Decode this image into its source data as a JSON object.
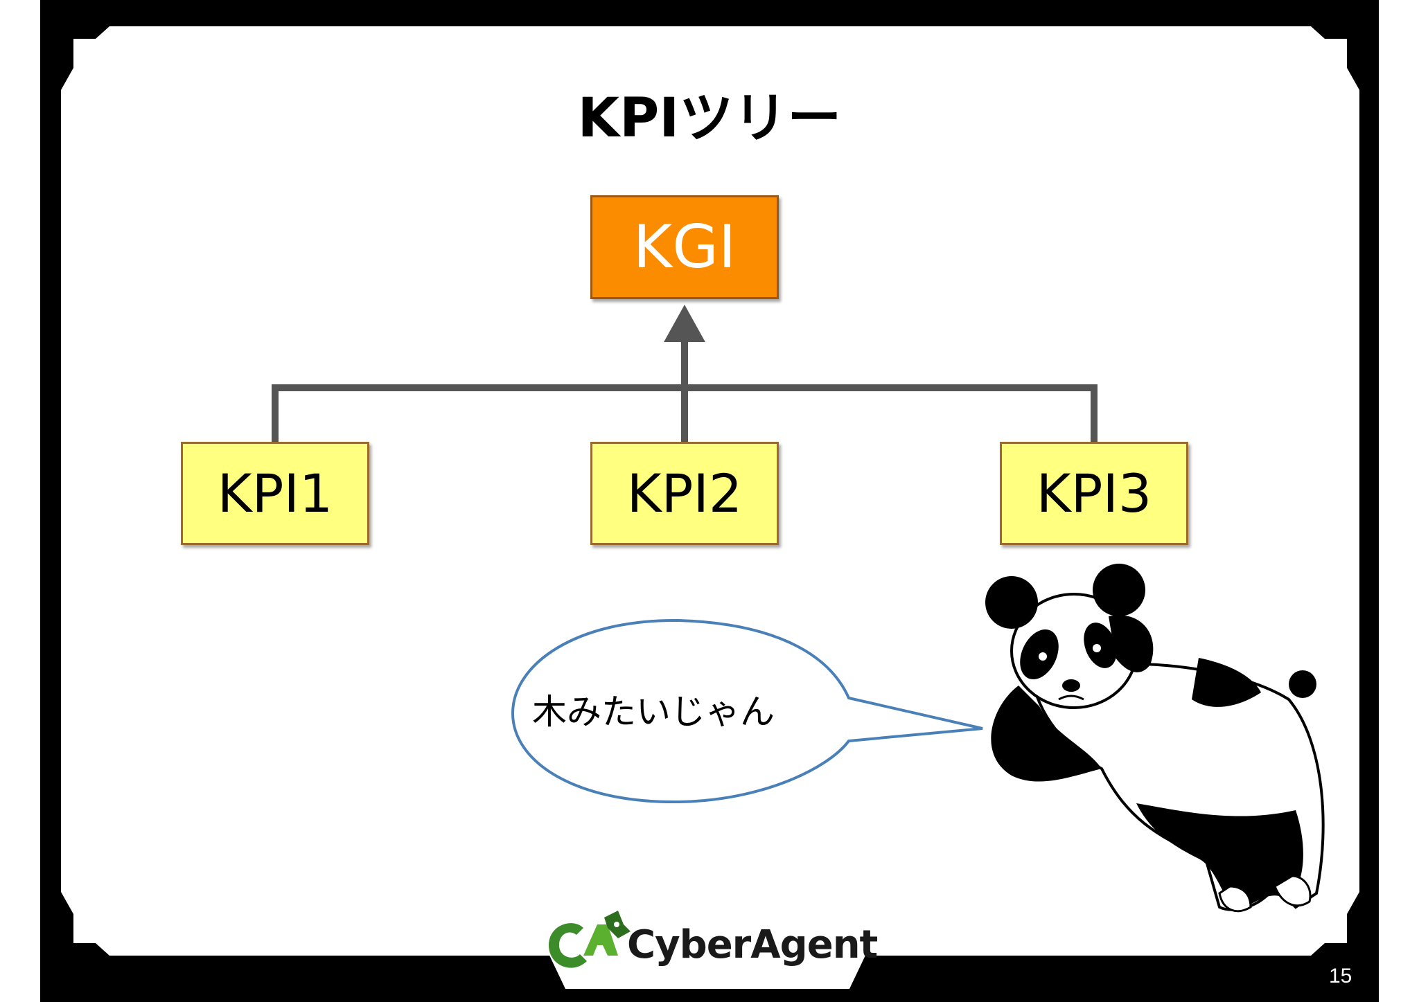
{
  "slide": {
    "title": "KPIツリー",
    "page_number": "15"
  },
  "diagram": {
    "goal": "KGI",
    "indicators": [
      "KPI1",
      "KPI2",
      "KPI3"
    ]
  },
  "speech_bubble": {
    "text": "木みたいじゃん"
  },
  "footer": {
    "logo_text": "CyberAgent"
  },
  "colors": {
    "kgi_fill": "#fb8c00",
    "kpi_fill": "#ffff80",
    "connector": "#555555",
    "bubble_outline": "#4a80b8"
  },
  "icons": [
    "panda-illustration",
    "cyberagent-logo-icon"
  ]
}
